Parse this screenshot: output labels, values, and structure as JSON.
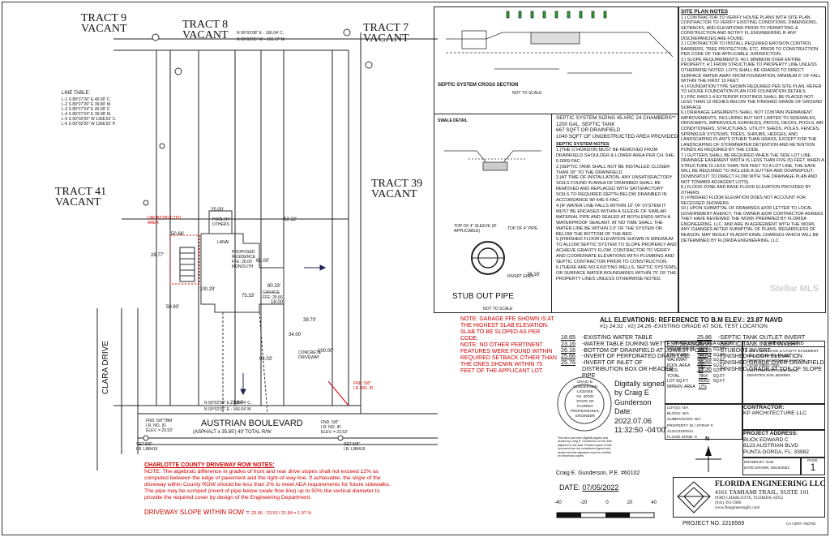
{
  "tracts": {
    "tract9": [
      "TRACT 9",
      "VACANT"
    ],
    "tract8": [
      "TRACT 8",
      "VACANT"
    ],
    "tract7": [
      "TRACT 7",
      "VACANT"
    ],
    "tract41": [
      "TRACT 41",
      "VACANT"
    ],
    "tract39": [
      "TRACT 39",
      "VACANT"
    ]
  },
  "top_bearings": [
    "N 00°02'08\" E - 166.04' C.",
    "N 00°02'05\" W - 166.17' M."
  ],
  "line_table": {
    "title": "LINE TABLE:",
    "rows": [
      "L-1  S 89°27'26\" E    40.00' C.",
      "L-2  S 89°27'26\" E    39.80' M.",
      "L-3  S 89°27'24\" E    40.00' C.",
      "L-4  S 89°27'24\" E    39.98' M.",
      "L-5  S 00°02'05\" W    1368.52' C.",
      "L-6  S 00°02'05\" W    1368.52' P."
    ]
  },
  "site_labels": {
    "unobstructed": "UNOBSTRUCTED AREA",
    "pool": "POOL BY OTHERS",
    "lanai": "LANAI",
    "residence": "PROPOSED RESIDENCE FFE: 26.00 MONOLITH",
    "garage": "GARAGE FFE: 25.66",
    "driveway": "CONCRETE DRIVEWAY",
    "dims": [
      "25.00'",
      "52.12'",
      "50.66'",
      "28.77'",
      "100.29'",
      "69.00'",
      "75.33'",
      "50.93'",
      "80.33'",
      "18.00'",
      "39.70'",
      "34.00'",
      "100.00'",
      "92.03'",
      "21.84'",
      "24.66'",
      "21.77'"
    ]
  },
  "streets": {
    "clara": "CLARA DRIVE",
    "austrian": "AUSTRIAN BOULEVARD",
    "austrian_sub": "(ASPHALT ± 35.85') 40' TOTAL R/W",
    "bottom_bearings": [
      "N 00°02'08\" E - 166.04' C.",
      "N 00°02'05\" E - 166.04' M."
    ]
  },
  "monuments": {
    "fnd_left": [
      "FND. 5/8\"TBM",
      "I.R. NO. ID",
      "ELEV. = 23.53'"
    ],
    "fnd_right": [
      "FND. 5/8\"",
      "I.R. NO. ID.",
      "ELEV. = 23.53'"
    ],
    "set_left": [
      "SET 5/8\"",
      "I.R. LB8419"
    ],
    "set_right": [
      "SET 5/8\"",
      "I.R. LB8419"
    ],
    "fnd_red": [
      "FND. 5/8\"",
      "I.R. NO. ID."
    ]
  },
  "driveway_notes": {
    "title": "CHARLOTTE COUNTY DRIVEWAY ROW NOTES:",
    "body": "NOTE: The algebraic difference in grades of front and rear drive slopes shall not exceed 12% as computed between the edge of pavement and the right-of-way line. If achievable, the slope of the driveway within County ROW should be less than 2% to meet ADA requirements for future sidewalks. The pipe may be sumped (invert of pipe below swale flow line) up to 50% the vertical diameter to provide the required cover by design of the Engineering Department.",
    "slope_label": "DRIVEWAY SLOPE WITHIN ROW =",
    "slope_calc": "23.96 - 23.53 / 21.84 = 1.97 %"
  },
  "septic": {
    "cross_section_title": "SEPTIC SYSTEM CROSS SECTION",
    "not_to_scale": "NOT TO SCALE",
    "size_title": "SEPTIC SYSTEM SIZING  45 ARC 24 CHAMBERS**",
    "size_lines": [
      "1200 GAL. SEPTIC TANK",
      "667 SQFT  OR DRAINFIELD",
      "1040 SQFT OF UNOBSTRUCTED AREA PROVIDED"
    ],
    "notes_title": "SEPTIC SYSTEM NOTES",
    "notes": [
      "1.)THE O HORIZON MUST BE REMOVED FROM DRAINFIELD SHOULDER & LOWER AREA PER CH. 64E-6.0009 FAC.",
      "2.)SEPTIC TANK SHALL NOT BE INSTALLED CLOSER THAN 18\" TO THE DRAINFIELD.",
      "3.)AT TIME OF INSTALLATION, ANY UNSATISFACTORY SOILS FOUND IN AREA OF DRAINBED SHALL BE REMOVED AND REPLACED WITH SATISFACTORY SOILS TO REQUIRED DEPTH BELOW DRAINBED IN ACCORDANCE W/ 64E-6 FAC.",
      "4.)IF WATER LINE FALLS WITHIN 10' OF SYSTEM IT MUST BE ENCASED WITHIN A SLEEVE OF SIMILAR MATERIAL PIPE AND SEALED AT BOTH ENDS WITH A WATERPROOF SEALANT. AT NO TIME SHALL THE WATER LINE BE WITHIN 2.0' OF THE SYSTEM OR BELOW THE BOTTOM OF THE BED.",
      "5.)FINISHED FLOOR ELEVATION SHOWN IS MINUMUM TO ALLOW SEPTIC SYSTEM TO SLOPE PROPERLY AND ACHIEVE GRAVITY FLOW. CONTRACTOR TO VERIFY AND COORDINATE ELEVATIONS WITH PLUMBING AND SEPTIC CONTRACTOR PRIOR TO CONSTRUCTION.",
      "6.)THERE ARE NO EXISTING WELLS, SEPTIC SYSTEMS, OR SURFACE WATER BOUNDARIES WITHIN 75' OF THE PROPERTY LINES UNLESS OTHERWISE NOTED."
    ],
    "swale": "SWALE DETAIL",
    "stub_title": "STUB OUT PIPE",
    "stub_value": "26.16'",
    "stub_labels": [
      "TOP OF 4\" SLEEVE (IF APPLICABLE)",
      "TOP OF 4\" PIPE",
      "INVERT ELEV."
    ]
  },
  "site_plan_notes": {
    "title": "SITE PLAN NOTES",
    "notes": [
      "1.) CONTRACTOR TO VERIFY HOUSE PLANS WITH SITE PLAN. CONTRACTOR TO VERIFY EXISTING CONDITIONS, DIMENSIONS, SETBACKS, AND ELEVATIONS PRIOR TO PERMITTING & CONSTRUCTION AND NOTIFY FL ENGINEERING IF ANY DISCREPANCIES ARE FOUND.",
      "2.) CONTRACTOR TO INSTALL REQUIRED EROSION CONTROL BARRIERS, TREE PROTECTION, ETC. PRIOR TO CONSTRUCTION PER CODE OF THE APPLICABLE JURISDICTION.",
      "3.) SLOPE REQUIREMENTS: 40:1 MINIMUM OVER ENTIRE PROPERTY, 4:1 FROM STRUCTURE TO PROPERTY LINE UNLESS OTHERWISE NOTED. LOTS SHALL BE GRADED TO DIRECT SURFACE WATER AWAY FROM FOUNDATION, MINIMUM 6\" OF FALL WITHIN THE FIRST 10 FEET.",
      "4.) FOUNDATION TYPE SHOWN REQUIRED PER SITE PLAN. REFER TO HOUSE FOUNDATION PLAN FOR FOUNDATION DETAILS.",
      "5.) FBC R403.1.4 EXTERIOR FOOTINGS SHALL BE PLACED NOT LESS THAN 12 INCHES BELOW THE FINISHED GRADE OF GROUND SURFACE",
      "6.) DRAINAGE EASEMENTS SHALL NOT CONTAIN PERMANENT IMPROVEMENTS, INCLUDING BUT NOT LIMITED TO SIDEWALKS, DRIVEWAYS, IMPERVIOUS SURFACES, PATIOS, DECKS, POOLS, AIR CONDITIONERS, STRUCTURES, UTILITY SHEDS, POLES, FENCES, SPRINKLER SYSTEMS, TREES, SHRUBS, HEDGES, AND LANDSCAPING PLANTS OTHER THAN GRASS, EXCEPT FOR THE LANDSCAPING OF STORMWATER DETENTION AND RETENTION PONDS AS REQUIRED BY THE CODE.",
      "7.) GUTTERS SHALL BE REQUIRED WHEN THE SIDE LOT LINE DRAINAGE EASEMENT WIDTH IS LESS THAN FIVE (5) FEET. WHEN A STRUCTURE IS LESS THAN TEN FEET TO A LOT LINE, THE EAVE WILL BE REQUIRED TO INCLUDE A GUTTER AND DOWNSPOUT. DOWNSPOUT TO DIRECT FLOW WITH THE DRAINAGE PLAN AND NOT TOWARD ADJACENT LOTS).",
      "8.) FLOOD ZONE AND BASE FLOOD ELEVATION PROVIDED BY OTHERS.",
      "9.) FINISHED FLOOR ELEVATION DOES NOT ACCOUNT FOR RECESSED SHOWERS.",
      "10.) UPON SUBMITTAL OF DRAWINGS &/OR LETTER TO LOCAL GOVERNMENT AGENCY, THE OWNER &/OR CONTRACTOR AGREES THEY HAVE REVIEWED THE WORK PREPARED BY FLORIDA ENGINEERING, LLC. AND ARE IN AGREEMENT WITH THE WORK. ANY CHANGES AFTER SUBMITTAL OF PLANS, REGARDLESS OF REASON, MAY RESULT IN ADDITIONAL CHARGES WHICH WILL BE DETERMINED BY FLORIDA ENGINEERING, LLC"
    ]
  },
  "elevations": {
    "title": "ALL ELEVATIONS: REFERENCE TO B.M ELEV.: 23.87  NAVD",
    "soil_line": "#1) 24.32 , #2) 24.26 -EXISTING GRADE AT SOIL TEST LOCATION",
    "left": [
      {
        "v": "18.65",
        "label": "-EXISTING WATER TABLE"
      },
      {
        "v": "23.16",
        "label": "-WATER TABLE DURING WETTEST SEASON"
      },
      {
        "v": "26.16",
        "label": "-BOTTOM OF DRAINFIELD AT LOWEST POINT"
      },
      {
        "v": "25.66",
        "label": "-INVERT OF PERFORATED  DRAIN LINE"
      },
      {
        "v": "25.76",
        "label": "-INVERT OF INLET OF DISTRIBUTION BOX OR HEADER PIPE"
      }
    ],
    "right": [
      {
        "v": "25.86",
        "label": "-SEPTIC TANK OUTLET INVERT"
      },
      {
        "v": "26.06",
        "label": "-SEPTIC TANK INLET INVERT"
      },
      {
        "v": "26.16",
        "label": "-STUBOUT INVERT"
      },
      {
        "v": "28.04",
        "label": "-FINISHED FLOOR ELEVATION"
      },
      {
        "v": "26.66",
        "label": "-FINISHED GRADE OVER DRAINFIELD"
      },
      {
        "v": "19.36",
        "label": "-FINISHED GRADE AT TOE OF SLOPE"
      }
    ]
  },
  "red_notes": {
    "garage": "NOTE: GARAGE FFE SHOWN IS AT THE HIGHEST SLAB ELEVATION. SLAB TO BE SLOPED AS PER CODE.",
    "features": "NOTE: NO OTHER PERTINENT FEATURES WERE FOUND WITHIN REQUIRED SETBACK OTHER THAN THE ONES SHOWN WITHIN 75 FEET OF THE APPLICANT LOT."
  },
  "impervious": {
    "title": "IMPERVIOUS AREA CALCS.",
    "rows": [
      {
        "k": "HOUSE SQ.FT.",
        "v": "3567",
        "u": "SQ.FT"
      },
      {
        "k": "DRIVEWAY",
        "v": "3166",
        "u": "SQ.FT"
      },
      {
        "k": "WALKWAY",
        "v": "117",
        "u": "SQ.FT"
      },
      {
        "k": "POOL AREA",
        "v": "950",
        "u": "SQ.FT"
      },
      {
        "k": "PADS",
        "v": "64",
        "u": "SQ.FT"
      },
      {
        "k": "TOTAL",
        "v": "7864",
        "u": "SQ.FT"
      },
      {
        "k": "LOT SQ.FT.",
        "v": "46952",
        "u": "SQ.FT"
      },
      {
        "k": "IMPERV. AREA",
        "v": "17%",
        "u": ""
      }
    ]
  },
  "symbol_legend": {
    "title": "SYMBOL LEGEND",
    "items": [
      "D.U.E. - DRAINAGE & UTILITY EASEMENT",
      "- ELEVATION PROPOSED",
      "- DENOTES EXISTING ELEVATION",
      "- FLOW DIRECTION",
      "- EXISTING/PROPOSED WELL",
      "- DENOTES SOIL BORING"
    ]
  },
  "lot_info": [
    {
      "k": "LOT(S):",
      "v": "N/A"
    },
    {
      "k": "BLOCK:",
      "v": "N/A"
    },
    {
      "k": "SUBDIVISION:",
      "v": "N/A"
    },
    {
      "k": "PROPERTY ID / STRAP #:",
      "v": "412213100014"
    },
    {
      "k": "FLOOD ZONE:",
      "v": "X"
    }
  ],
  "signature": {
    "digital": [
      "Digitally signed",
      "by Craig E",
      "Gunderson",
      "Date:",
      "2022.07.06",
      "11:32:50 -04'00'"
    ],
    "seal_lines": [
      "CRAIG E. GUNDERSON",
      "LICENSE",
      "No. 60102",
      "STATE OF",
      "FLORIDA",
      "PROFESSIONAL ENGINEER"
    ],
    "engineer": "Craig E. Gunderson, P.E. #60102",
    "date_label": "DATE:",
    "date": "07/05/2022",
    "disclaimer": "This item has been digitally signed and sealed by Craig E. Gunderson on the date adjacent to the seal. Printed copies of this document are not considered signed and sealed and the signature must be verified on electronic copies."
  },
  "contractor": {
    "label": "CONTRACTOR:",
    "name": "KP ARCHITECTURE LLC"
  },
  "project_address": {
    "label": "PROJECT ADDRESS:",
    "lines": [
      "BUCK EDWARD C",
      "8123 AUSTRIAN BLVD",
      "PUNTA GORDA, FL. 33982"
    ]
  },
  "drawn_by": {
    "drawn": "DRAWN BY: SAD",
    "date": "DATE DRAWN: 06/15/2022",
    "page_label": "PAGE:",
    "page": "1"
  },
  "scale_bar": {
    "ticks": [
      "-40",
      "-20",
      "0",
      "20",
      "40"
    ]
  },
  "firm": {
    "name": "FLORIDA ENGINEERING LLC",
    "address": "4161 TAMIAMI TRAIL, SUITE 101",
    "city": "PORT CHARLOTTE, FLORIDA 33952",
    "phone": "(941) 391-5980",
    "web": "www.flengineeringllc.com"
  },
  "project_no": "PROJECT NO. 2216569",
  "ca_cert": "CA CERT. #30782",
  "north": "N",
  "watermark": "Stellar MLS"
}
